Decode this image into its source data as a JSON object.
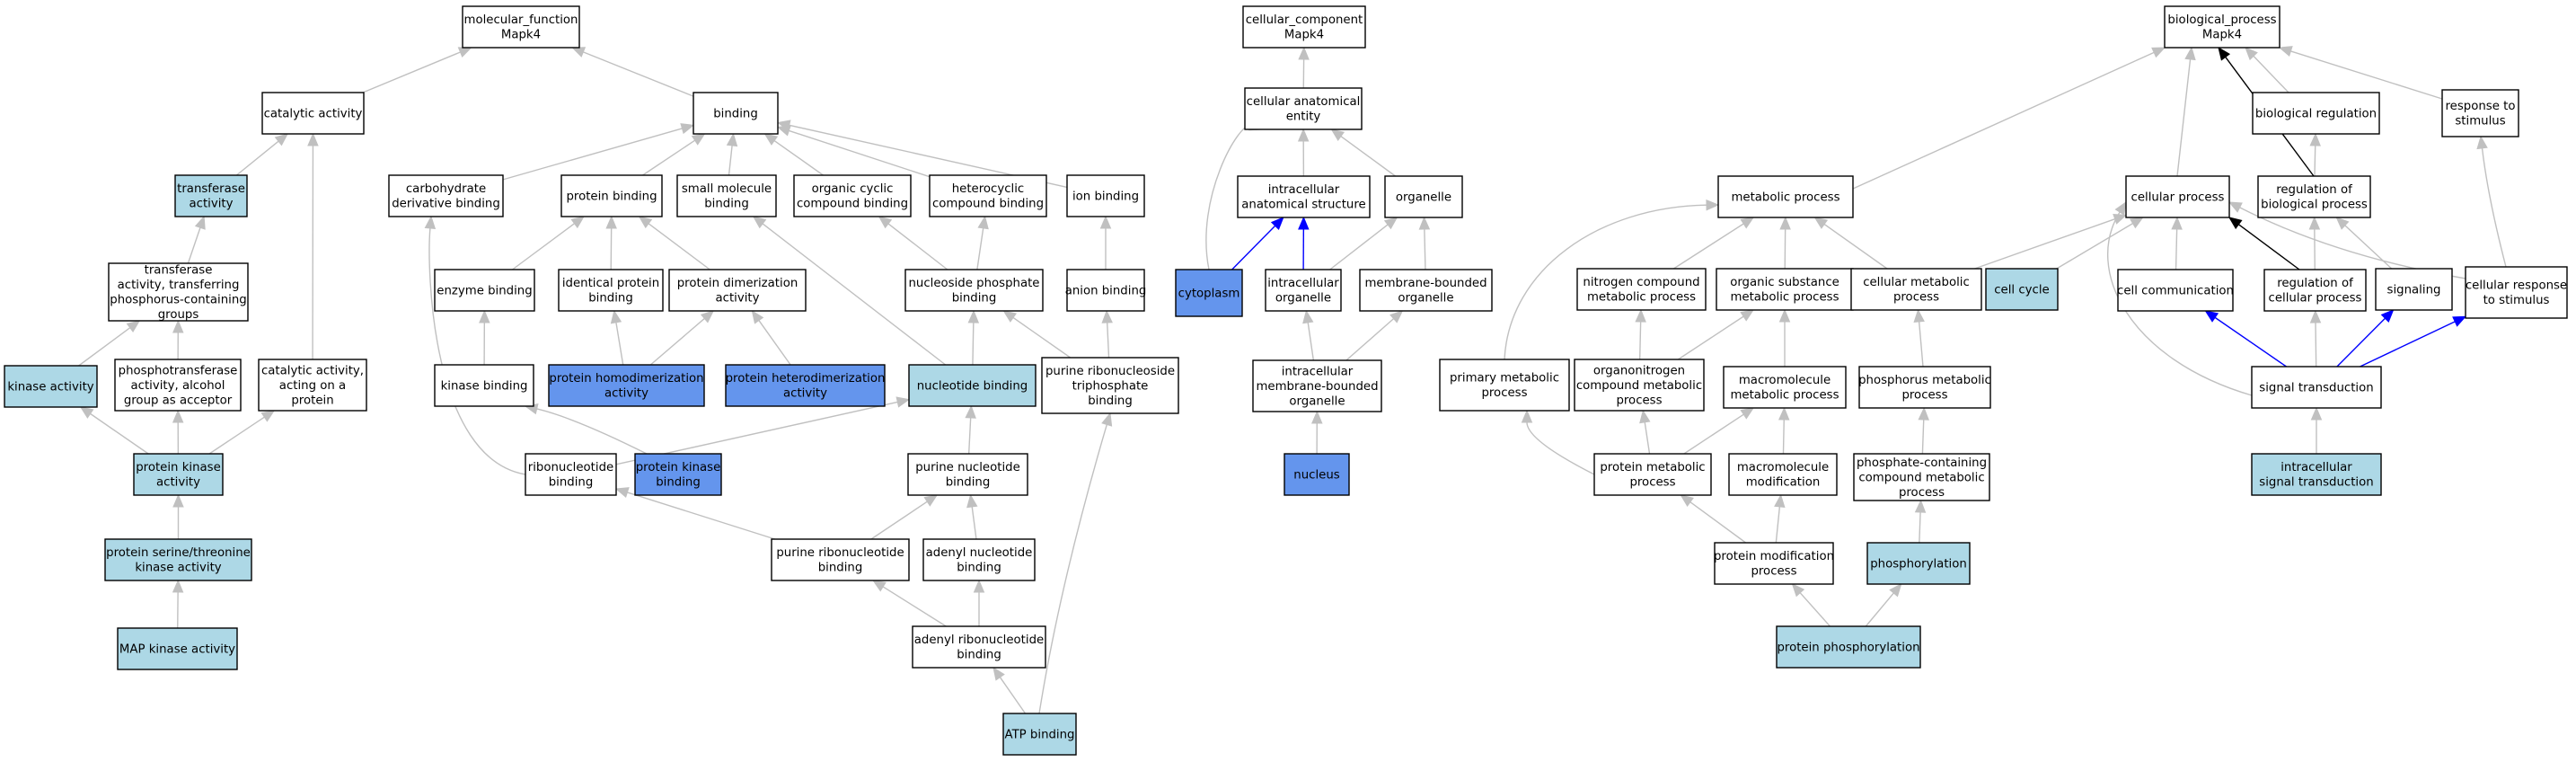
{
  "colors": {
    "plain": "#ffffff",
    "light": "#add8e6",
    "strong": "#6495ed",
    "edge_default": "#c0c0c0",
    "edge_blue": "#0000ff",
    "edge_black": "#000000"
  },
  "nodes": [
    {
      "id": "mf",
      "lines": [
        "molecular_function",
        "Mapk4"
      ],
      "style": "plain"
    },
    {
      "id": "catalytic",
      "lines": [
        "catalytic activity"
      ],
      "style": "plain"
    },
    {
      "id": "binding",
      "lines": [
        "binding"
      ],
      "style": "plain"
    },
    {
      "id": "transferase",
      "lines": [
        "transferase",
        "activity"
      ],
      "style": "light"
    },
    {
      "id": "carb",
      "lines": [
        "carbohydrate",
        "derivative binding"
      ],
      "style": "plain"
    },
    {
      "id": "protbind",
      "lines": [
        "protein binding"
      ],
      "style": "plain"
    },
    {
      "id": "smallmol",
      "lines": [
        "small molecule",
        "binding"
      ],
      "style": "plain"
    },
    {
      "id": "orgcyc",
      "lines": [
        "organic cyclic",
        "compound binding"
      ],
      "style": "plain"
    },
    {
      "id": "hetcyc",
      "lines": [
        "heterocyclic",
        "compound binding"
      ],
      "style": "plain"
    },
    {
      "id": "ionbind",
      "lines": [
        "ion binding"
      ],
      "style": "plain"
    },
    {
      "id": "transP",
      "lines": [
        "transferase",
        "activity, transferring",
        "phosphorus-containing",
        "groups"
      ],
      "style": "plain"
    },
    {
      "id": "enzbind",
      "lines": [
        "enzyme binding"
      ],
      "style": "plain"
    },
    {
      "id": "identprot",
      "lines": [
        "identical protein",
        "binding"
      ],
      "style": "plain"
    },
    {
      "id": "protdimer",
      "lines": [
        "protein dimerization",
        "activity"
      ],
      "style": "plain"
    },
    {
      "id": "nucphos",
      "lines": [
        "nucleoside phosphate",
        "binding"
      ],
      "style": "plain"
    },
    {
      "id": "anion",
      "lines": [
        "anion binding"
      ],
      "style": "plain"
    },
    {
      "id": "kinaseact",
      "lines": [
        "kinase activity"
      ],
      "style": "light"
    },
    {
      "id": "phosphotrans",
      "lines": [
        "phosphotransferase",
        "activity, alcohol",
        "group as acceptor"
      ],
      "style": "plain"
    },
    {
      "id": "catprot",
      "lines": [
        "catalytic activity,",
        "acting on a",
        "protein"
      ],
      "style": "plain"
    },
    {
      "id": "kinbind",
      "lines": [
        "kinase binding"
      ],
      "style": "plain"
    },
    {
      "id": "homodim",
      "lines": [
        "protein homodimerization",
        "activity"
      ],
      "style": "strong"
    },
    {
      "id": "heterodim",
      "lines": [
        "protein heterodimerization",
        "activity"
      ],
      "style": "strong"
    },
    {
      "id": "nucbind",
      "lines": [
        "nucleotide binding"
      ],
      "style": "light"
    },
    {
      "id": "purNTP",
      "lines": [
        "purine ribonucleoside",
        "triphosphate",
        "binding"
      ],
      "style": "plain"
    },
    {
      "id": "protkinact",
      "lines": [
        "protein kinase",
        "activity"
      ],
      "style": "light"
    },
    {
      "id": "ribonuc",
      "lines": [
        "ribonucleotide",
        "binding"
      ],
      "style": "plain"
    },
    {
      "id": "protkinbind",
      "lines": [
        "protein kinase",
        "binding"
      ],
      "style": "strong"
    },
    {
      "id": "purnuc",
      "lines": [
        "purine nucleotide",
        "binding"
      ],
      "style": "plain"
    },
    {
      "id": "serthr",
      "lines": [
        "protein serine/threonine",
        "kinase activity"
      ],
      "style": "light"
    },
    {
      "id": "purribo",
      "lines": [
        "purine ribonucleotide",
        "binding"
      ],
      "style": "plain"
    },
    {
      "id": "adenyl",
      "lines": [
        "adenyl nucleotide",
        "binding"
      ],
      "style": "plain"
    },
    {
      "id": "mapk",
      "lines": [
        "MAP kinase activity"
      ],
      "style": "light"
    },
    {
      "id": "adenylribo",
      "lines": [
        "adenyl ribonucleotide",
        "binding"
      ],
      "style": "plain"
    },
    {
      "id": "atp",
      "lines": [
        "ATP binding"
      ],
      "style": "light"
    },
    {
      "id": "cc",
      "lines": [
        "cellular_component",
        "Mapk4"
      ],
      "style": "plain"
    },
    {
      "id": "cae",
      "lines": [
        "cellular anatomical",
        "entity"
      ],
      "style": "plain"
    },
    {
      "id": "ias",
      "lines": [
        "intracellular",
        "anatomical structure"
      ],
      "style": "plain"
    },
    {
      "id": "organelle",
      "lines": [
        "organelle"
      ],
      "style": "plain"
    },
    {
      "id": "cytoplasm",
      "lines": [
        "cytoplasm"
      ],
      "style": "strong"
    },
    {
      "id": "intorg",
      "lines": [
        "intracellular",
        "organelle"
      ],
      "style": "plain"
    },
    {
      "id": "memborg",
      "lines": [
        "membrane-bounded",
        "organelle"
      ],
      "style": "plain"
    },
    {
      "id": "intmemorg",
      "lines": [
        "intracellular",
        "membrane-bounded",
        "organelle"
      ],
      "style": "plain"
    },
    {
      "id": "nucleus",
      "lines": [
        "nucleus"
      ],
      "style": "strong"
    },
    {
      "id": "bp",
      "lines": [
        "biological_process",
        "Mapk4"
      ],
      "style": "plain"
    },
    {
      "id": "bioreg",
      "lines": [
        "biological regulation"
      ],
      "style": "plain"
    },
    {
      "id": "respstim",
      "lines": [
        "response to",
        "stimulus"
      ],
      "style": "plain"
    },
    {
      "id": "metab",
      "lines": [
        "metabolic process"
      ],
      "style": "plain"
    },
    {
      "id": "cellproc",
      "lines": [
        "cellular process"
      ],
      "style": "plain"
    },
    {
      "id": "regbio",
      "lines": [
        "regulation of",
        "biological process"
      ],
      "style": "plain"
    },
    {
      "id": "nitro",
      "lines": [
        "nitrogen compound",
        "metabolic process"
      ],
      "style": "plain"
    },
    {
      "id": "orgsub",
      "lines": [
        "organic substance",
        "metabolic process"
      ],
      "style": "plain"
    },
    {
      "id": "cellmet",
      "lines": [
        "cellular metabolic",
        "process"
      ],
      "style": "plain"
    },
    {
      "id": "cellcycle",
      "lines": [
        "cell cycle"
      ],
      "style": "light"
    },
    {
      "id": "cellcomm",
      "lines": [
        "cell communication"
      ],
      "style": "plain"
    },
    {
      "id": "regcell",
      "lines": [
        "regulation of",
        "cellular process"
      ],
      "style": "plain"
    },
    {
      "id": "signaling",
      "lines": [
        "signaling"
      ],
      "style": "plain"
    },
    {
      "id": "cellresp",
      "lines": [
        "cellular response",
        "to stimulus"
      ],
      "style": "plain"
    },
    {
      "id": "primmet",
      "lines": [
        "primary metabolic",
        "process"
      ],
      "style": "plain"
    },
    {
      "id": "organonit",
      "lines": [
        "organonitrogen",
        "compound metabolic",
        "process"
      ],
      "style": "plain"
    },
    {
      "id": "macromet",
      "lines": [
        "macromolecule",
        "metabolic process"
      ],
      "style": "plain"
    },
    {
      "id": "phosmet",
      "lines": [
        "phosphorus metabolic",
        "process"
      ],
      "style": "plain"
    },
    {
      "id": "sigtrans",
      "lines": [
        "signal transduction"
      ],
      "style": "plain"
    },
    {
      "id": "protmet",
      "lines": [
        "protein metabolic",
        "process"
      ],
      "style": "plain"
    },
    {
      "id": "macromod",
      "lines": [
        "macromolecule",
        "modification"
      ],
      "style": "plain"
    },
    {
      "id": "phoscont",
      "lines": [
        "phosphate-containing",
        "compound metabolic",
        "process"
      ],
      "style": "plain"
    },
    {
      "id": "intsig",
      "lines": [
        "intracellular",
        "signal transduction"
      ],
      "style": "light"
    },
    {
      "id": "phosphorylation",
      "lines": [
        "phosphorylation"
      ],
      "style": "light"
    },
    {
      "id": "protmod",
      "lines": [
        "protein modification",
        "process"
      ],
      "style": "plain"
    },
    {
      "id": "protphos",
      "lines": [
        "protein phosphorylation"
      ],
      "style": "light"
    }
  ],
  "edges": [
    [
      "catalytic",
      "mf",
      "default"
    ],
    [
      "binding",
      "mf",
      "default"
    ],
    [
      "transferase",
      "catalytic",
      "default"
    ],
    [
      "catprot",
      "catalytic",
      "default"
    ],
    [
      "carb",
      "binding",
      "default"
    ],
    [
      "protbind",
      "binding",
      "default"
    ],
    [
      "smallmol",
      "binding",
      "default"
    ],
    [
      "orgcyc",
      "binding",
      "default"
    ],
    [
      "hetcyc",
      "binding",
      "default"
    ],
    [
      "ionbind",
      "binding",
      "default"
    ],
    [
      "transP",
      "transferase",
      "default"
    ],
    [
      "enzbind",
      "protbind",
      "default"
    ],
    [
      "identprot",
      "protbind",
      "default"
    ],
    [
      "protdimer",
      "protbind",
      "default"
    ],
    [
      "nucphos",
      "orgcyc",
      "default"
    ],
    [
      "nucphos",
      "hetcyc",
      "default"
    ],
    [
      "anion",
      "ionbind",
      "default"
    ],
    [
      "kinaseact",
      "transP",
      "default"
    ],
    [
      "phosphotrans",
      "transP",
      "default"
    ],
    [
      "kinbind",
      "enzbind",
      "default"
    ],
    [
      "homodim",
      "identprot",
      "default"
    ],
    [
      "homodim",
      "protdimer",
      "default"
    ],
    [
      "heterodim",
      "protdimer",
      "default"
    ],
    [
      "nucbind",
      "smallmol",
      "default"
    ],
    [
      "nucbind",
      "nucphos",
      "default"
    ],
    [
      "purNTP",
      "nucphos",
      "default"
    ],
    [
      "purNTP",
      "anion",
      "default"
    ],
    [
      "protkinact",
      "kinaseact",
      "default"
    ],
    [
      "protkinact",
      "phosphotrans",
      "default"
    ],
    [
      "protkinact",
      "catprot",
      "default"
    ],
    [
      "ribonuc",
      "carb",
      "default"
    ],
    [
      "ribonuc",
      "nucbind",
      "default"
    ],
    [
      "protkinbind",
      "kinbind",
      "default"
    ],
    [
      "purnuc",
      "nucbind",
      "default"
    ],
    [
      "serthr",
      "protkinact",
      "default"
    ],
    [
      "purribo",
      "ribonuc",
      "default"
    ],
    [
      "purribo",
      "purnuc",
      "default"
    ],
    [
      "adenyl",
      "purnuc",
      "default"
    ],
    [
      "mapk",
      "serthr",
      "default"
    ],
    [
      "adenylribo",
      "purribo",
      "default"
    ],
    [
      "adenylribo",
      "adenyl",
      "default"
    ],
    [
      "atp",
      "adenylribo",
      "default"
    ],
    [
      "atp",
      "purNTP",
      "default"
    ],
    [
      "cae",
      "cc",
      "default"
    ],
    [
      "ias",
      "cae",
      "default"
    ],
    [
      "organelle",
      "cae",
      "default"
    ],
    [
      "cytoplasm",
      "cae",
      "default"
    ],
    [
      "cytoplasm",
      "ias",
      "blue"
    ],
    [
      "intorg",
      "ias",
      "blue"
    ],
    [
      "intorg",
      "organelle",
      "default"
    ],
    [
      "memborg",
      "organelle",
      "default"
    ],
    [
      "intmemorg",
      "intorg",
      "default"
    ],
    [
      "intmemorg",
      "memborg",
      "default"
    ],
    [
      "nucleus",
      "intmemorg",
      "default"
    ],
    [
      "bioreg",
      "bp",
      "default"
    ],
    [
      "respstim",
      "bp",
      "default"
    ],
    [
      "metab",
      "bp",
      "default"
    ],
    [
      "cellproc",
      "bp",
      "default"
    ],
    [
      "regbio",
      "bp",
      "black"
    ],
    [
      "regbio",
      "bioreg",
      "default"
    ],
    [
      "nitro",
      "metab",
      "default"
    ],
    [
      "orgsub",
      "metab",
      "default"
    ],
    [
      "cellmet",
      "metab",
      "default"
    ],
    [
      "primmet",
      "metab",
      "default"
    ],
    [
      "cellmet",
      "cellproc",
      "default"
    ],
    [
      "cellcycle",
      "cellproc",
      "default"
    ],
    [
      "cellcomm",
      "cellproc",
      "default"
    ],
    [
      "cellresp",
      "cellproc",
      "default"
    ],
    [
      "sigtrans",
      "cellproc",
      "default"
    ],
    [
      "regcell",
      "regbio",
      "default"
    ],
    [
      "regcell",
      "cellproc",
      "black"
    ],
    [
      "signaling",
      "regbio",
      "default"
    ],
    [
      "cellresp",
      "respstim",
      "default"
    ],
    [
      "organonit",
      "nitro",
      "default"
    ],
    [
      "organonit",
      "orgsub",
      "default"
    ],
    [
      "macromet",
      "orgsub",
      "default"
    ],
    [
      "phosmet",
      "cellmet",
      "default"
    ],
    [
      "sigtrans",
      "cellcomm",
      "blue"
    ],
    [
      "sigtrans",
      "regcell",
      "default"
    ],
    [
      "sigtrans",
      "signaling",
      "blue"
    ],
    [
      "sigtrans",
      "cellresp",
      "blue"
    ],
    [
      "protmet",
      "primmet",
      "default"
    ],
    [
      "protmet",
      "organonit",
      "default"
    ],
    [
      "protmet",
      "macromet",
      "default"
    ],
    [
      "macromod",
      "macromet",
      "default"
    ],
    [
      "phoscont",
      "phosmet",
      "default"
    ],
    [
      "intsig",
      "sigtrans",
      "default"
    ],
    [
      "phosphorylation",
      "phoscont",
      "default"
    ],
    [
      "protmod",
      "protmet",
      "default"
    ],
    [
      "protmod",
      "macromod",
      "default"
    ],
    [
      "protphos",
      "protmod",
      "default"
    ],
    [
      "protphos",
      "phosphorylation",
      "default"
    ]
  ]
}
